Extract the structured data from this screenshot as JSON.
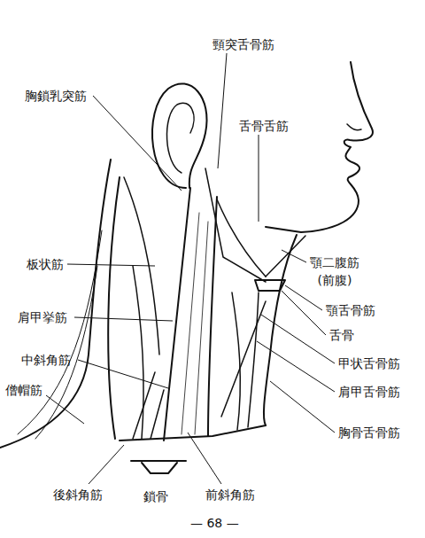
{
  "diagram": {
    "labels": [
      "頸突舌骨筋",
      "胸鎖乳突筋",
      "舌骨舌筋",
      "板状筋",
      "顎二腹筋 (前腹)",
      "肩甲挙筋",
      "顎舌骨筋",
      "舌骨",
      "中斜角筋",
      "甲状舌骨筋",
      "僧帽筋",
      "肩甲舌骨筋",
      "胸骨舌骨筋",
      "後斜角筋",
      "鎖骨",
      "前斜角筋",
      "— 68 —"
    ]
  }
}
